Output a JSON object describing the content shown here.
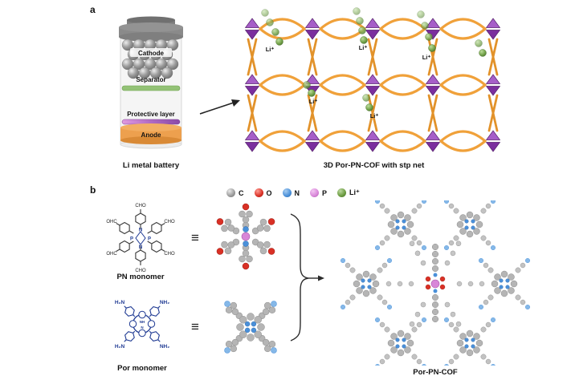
{
  "figure": {
    "panel_a": {
      "label": "a",
      "battery": {
        "caption": "Li metal battery",
        "layers": [
          "Cathode",
          "Separator",
          "Protective layer",
          "Anode"
        ]
      },
      "network": {
        "caption": "3D Por-PN-COF with stp net",
        "ion_label": "Li⁺"
      }
    },
    "panel_b": {
      "label": "b",
      "legend": [
        {
          "symbol": "C",
          "color": "#9a9a9a"
        },
        {
          "symbol": "O",
          "color": "#d93025"
        },
        {
          "symbol": "N",
          "color": "#4a90d9"
        },
        {
          "symbol": "P",
          "color": "#d886d8"
        },
        {
          "symbol": "Li⁺",
          "color": "#6a9a3f"
        }
      ],
      "equivalence_symbol": "≡",
      "pn_monomer": {
        "caption": "PN monomer",
        "core": {
          "p": "P",
          "n": "N"
        },
        "arm_labels": [
          "CHO",
          "CHO",
          "CHO",
          "CHO",
          "OHC",
          "OHC"
        ]
      },
      "por_monomer": {
        "caption": "Por monomer",
        "inner_labels": {
          "nh": "NH",
          "n": "N"
        },
        "amine_labels": [
          "H₂N",
          "NH₂",
          "H₂N",
          "NH₂"
        ]
      },
      "product": {
        "caption": "Por-PN-COF"
      }
    },
    "colors": {
      "cof_node_purple": "#8a3cae",
      "cof_linker_orange": "#f0a13a",
      "separator_green": "#93c276",
      "protective_purple": "#b06ac2",
      "anode_orange": "#eda04e",
      "li_ion_green": "#6a9a3f"
    }
  }
}
